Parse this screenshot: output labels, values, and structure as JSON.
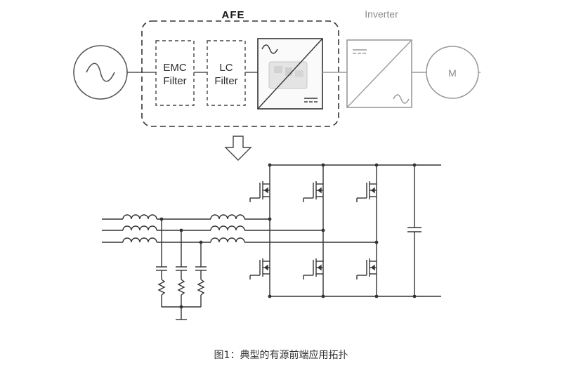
{
  "block_diagram": {
    "group_label": "AFE",
    "emc_filter": {
      "line1": "EMC",
      "line2": "Filter"
    },
    "lc_filter": {
      "line1": "LC",
      "line2": "Filter"
    },
    "inverter_label": "Inverter",
    "motor_label": "M"
  },
  "caption": "图1：典型的有源前端应用拓扑"
}
